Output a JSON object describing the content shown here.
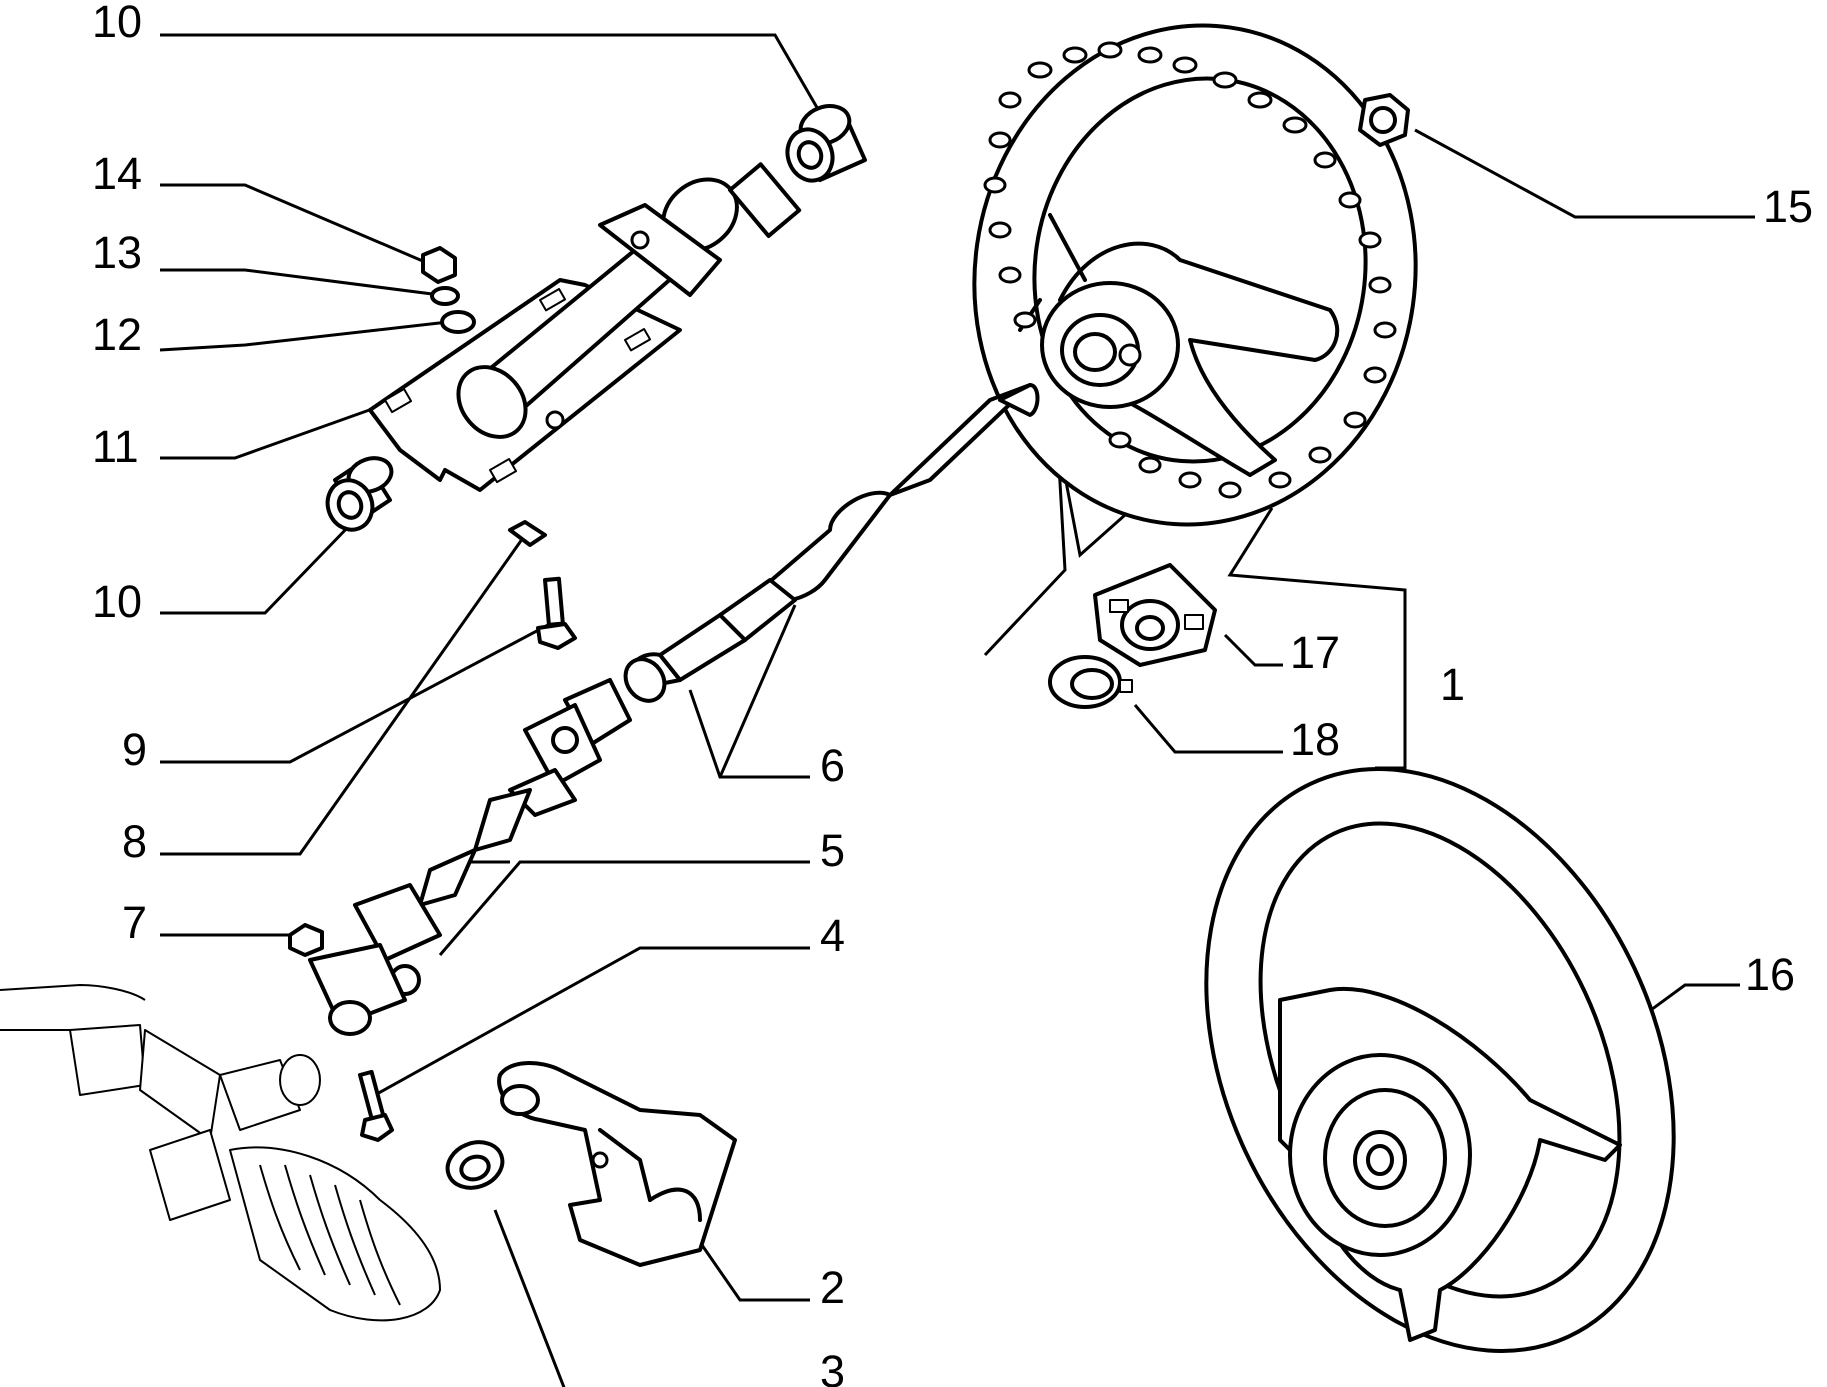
{
  "callouts": [
    {
      "id": "c10a",
      "text": "10"
    },
    {
      "id": "c14",
      "text": "14"
    },
    {
      "id": "c13",
      "text": "13"
    },
    {
      "id": "c12",
      "text": "12"
    },
    {
      "id": "c11",
      "text": "11"
    },
    {
      "id": "c10b",
      "text": "10"
    },
    {
      "id": "c9",
      "text": "9"
    },
    {
      "id": "c8",
      "text": "8"
    },
    {
      "id": "c7",
      "text": "7"
    },
    {
      "id": "c6",
      "text": "6"
    },
    {
      "id": "c5",
      "text": "5"
    },
    {
      "id": "c4",
      "text": "4"
    },
    {
      "id": "c3",
      "text": "3"
    },
    {
      "id": "c2",
      "text": "2"
    },
    {
      "id": "c15",
      "text": "15"
    },
    {
      "id": "c17",
      "text": "17"
    },
    {
      "id": "c1",
      "text": "1"
    },
    {
      "id": "c18",
      "text": "18"
    },
    {
      "id": "c16",
      "text": "16"
    }
  ]
}
